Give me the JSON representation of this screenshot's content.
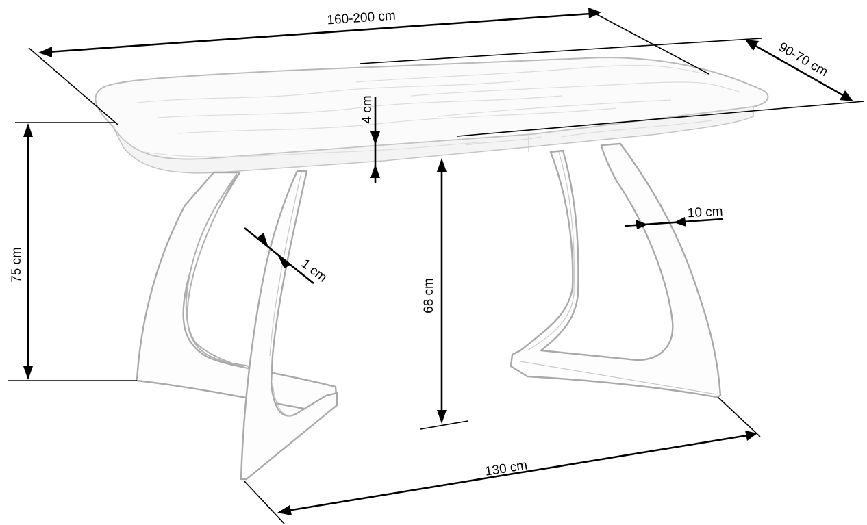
{
  "diagram": {
    "subject": "Extendable dining table with sculpted V-shaped legs — dimension drawing",
    "colors": {
      "background": "#ffffff",
      "dimension_lines": "#000000",
      "object_outline": "#a9a9a9",
      "object_fill": "#fbfbfb"
    },
    "dimensions": {
      "length": "160-200 cm",
      "width": "90-70 cm",
      "top_thickness": "4 cm",
      "total_height": "75 cm",
      "leg_thickness": "1 cm",
      "leg_width": "10 cm",
      "clearance_height": "68 cm",
      "leg_span": "130 cm"
    }
  }
}
